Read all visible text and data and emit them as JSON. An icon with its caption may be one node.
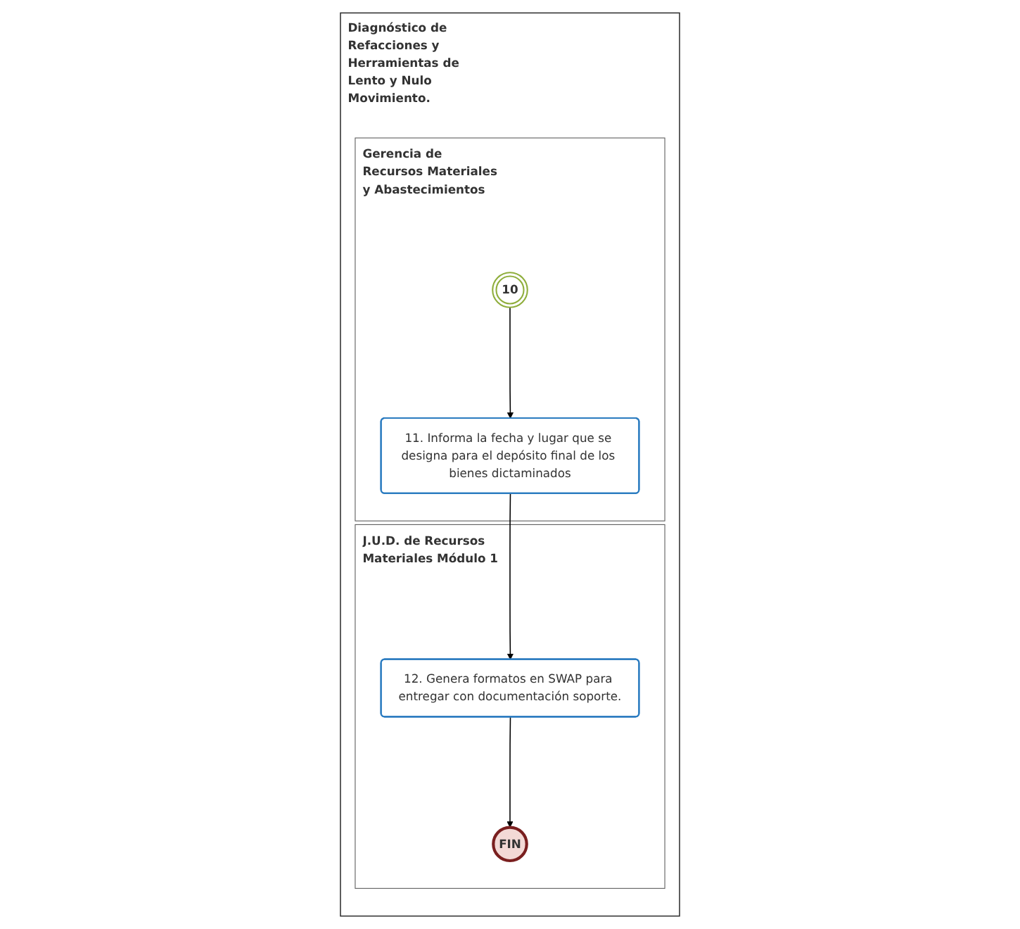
{
  "diagram": {
    "nodes": [
      {
        "text": [
          "Diagnóstico de Refacciones y Herramientas de Lento y Nulo Movimiento."
        ]
      },
      {
        "text": [
          "Gerencia de Recursos Materiales y Abastecimientos"
        ],
        "in": 0
      },
      {
        "text": [
          "10"
        ],
        "in": 1
      },
      {
        "text": [
          "11. Informa la fecha y lugar que se designa para el depósito final de los bienes dictaminados"
        ],
        "in": 1
      },
      {
        "text": [
          "J.U.D. de Recursos Materiales Módulo 1"
        ],
        "in": 0
      },
      {
        "text": [
          "12. Genera formatos en SWAP para entregar con documentación soporte."
        ],
        "in": 4
      },
      {
        "text": [
          "FIN"
        ],
        "in": 4
      }
    ],
    "edges": [
      {
        "from": 2,
        "to": 3,
        "arrow": "to"
      },
      {
        "from": 3,
        "to": 5,
        "arrow": "to"
      },
      {
        "from": 5,
        "to": 6,
        "arrow": "to"
      }
    ]
  }
}
